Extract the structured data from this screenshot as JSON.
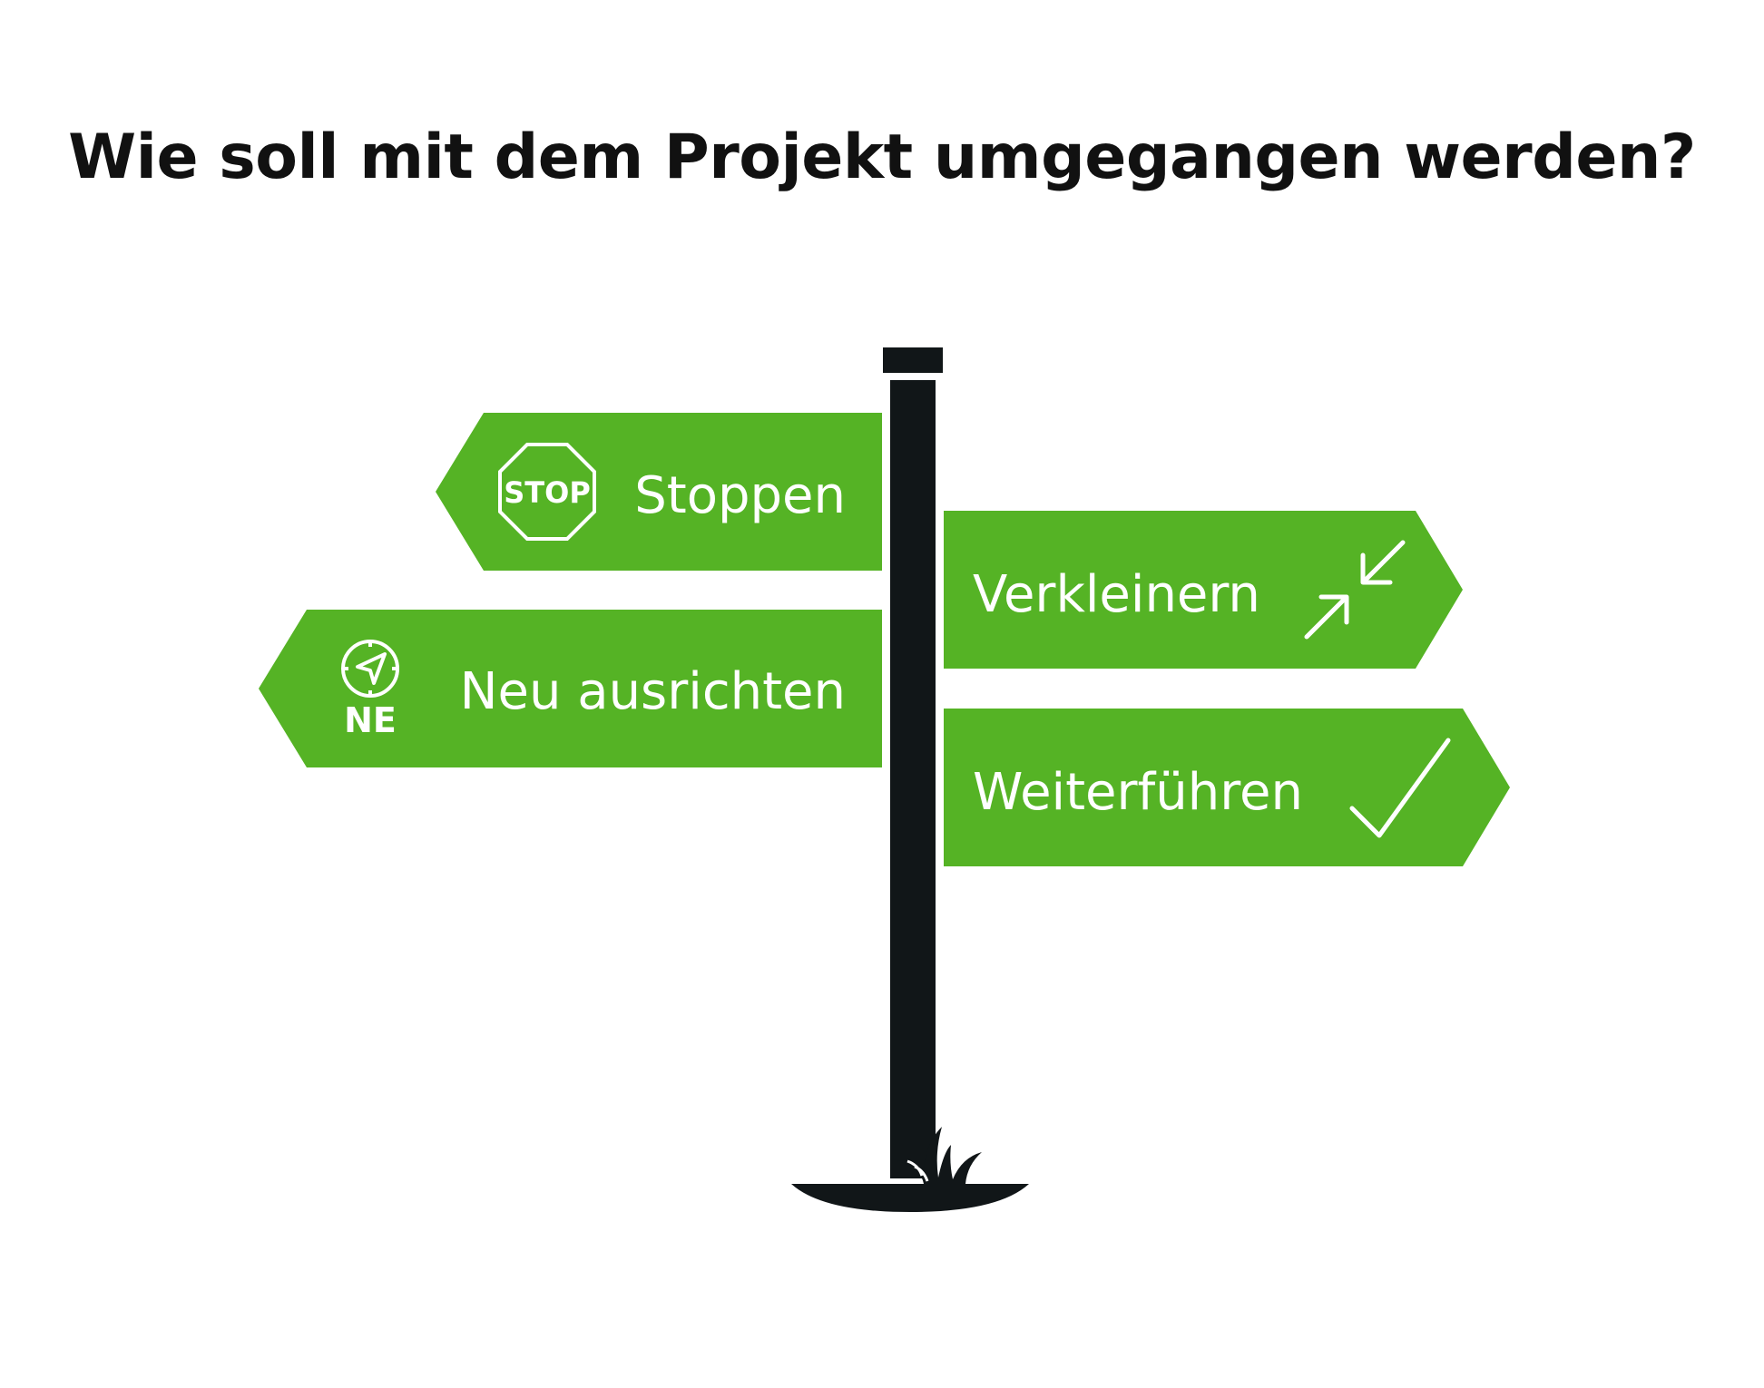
{
  "title": "Wie soll mit dem Projekt umgegangen werden?",
  "colors": {
    "sign_green": "#55b325",
    "post_dark": "#111618",
    "text_dark": "#111111",
    "icon_white": "#ffffff"
  },
  "signs": {
    "left": [
      {
        "label": "Stoppen",
        "icon": "stop-sign-icon",
        "icon_text": "STOP"
      },
      {
        "label": "Neu ausrichten",
        "icon": "compass-icon",
        "icon_text": "NE"
      }
    ],
    "right": [
      {
        "label": "Verkleinern",
        "icon": "shrink-arrows-icon"
      },
      {
        "label": "Weiterführen",
        "icon": "checkmark-icon"
      }
    ]
  }
}
